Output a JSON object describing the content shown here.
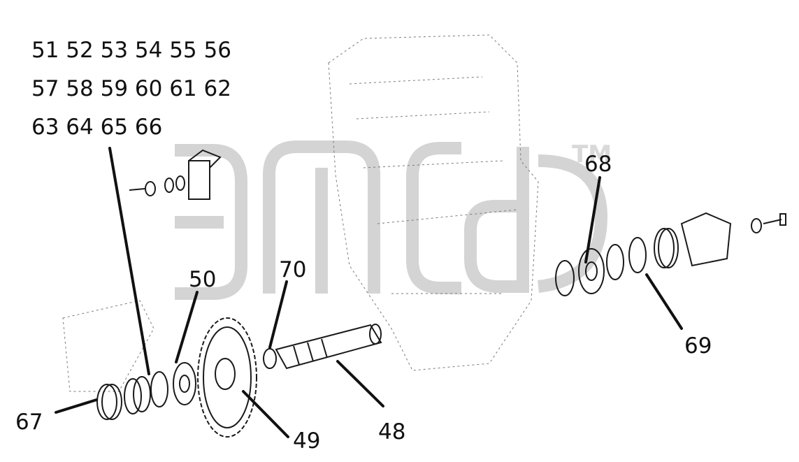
{
  "watermark": {
    "text": "",
    "trademark": "TM"
  },
  "label_groups": [
    {
      "line": "51 52 53 54 55 56"
    },
    {
      "line": "57 58 59 60 61 62"
    },
    {
      "line": "63 64 65 66"
    }
  ],
  "callouts": {
    "c48": "48",
    "c49": "49",
    "c50": "50",
    "c67": "67",
    "c68": "68",
    "c69": "69",
    "c70": "70"
  },
  "colors": {
    "line": "#111111",
    "watermark": "#d4d4d4",
    "background": "#ffffff"
  }
}
